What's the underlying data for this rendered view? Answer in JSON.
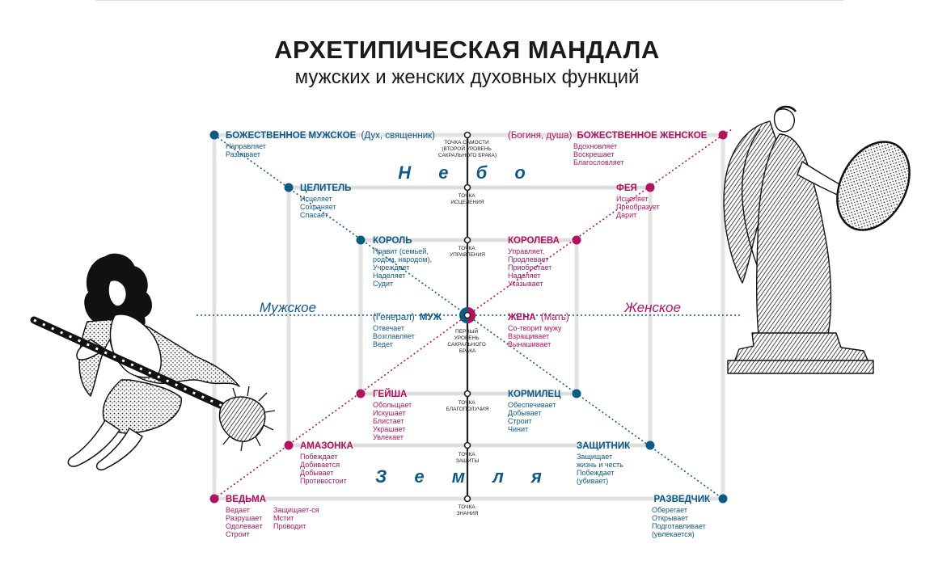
{
  "title": "АРХЕТИПИЧЕСКАЯ МАНДАЛА",
  "subtitle": "мужских и женских духовных функций",
  "colors": {
    "male": "#0e5a87",
    "female": "#b0145f",
    "frame": "#e3e3e3",
    "axis": "#222222"
  },
  "zones": {
    "sky": "Н е б о",
    "earth": "З е м л я",
    "male": "Мужское",
    "female": "Женское"
  },
  "points": {
    "self": [
      "ТОЧКА САМОСТИ",
      "(ВТОРОЙ УРОВЕНЬ",
      "САКРАЛЬНОГО БРАКА)"
    ],
    "healing": [
      "ТОЧКА",
      "ИСЦЕЛЕНИЯ"
    ],
    "control": [
      "ТОЧКА",
      "УПРАВЛЕНИЯ"
    ],
    "center": [
      "ПЕРВЫЙ",
      "УРОВЕНЬ",
      "САКРАЛЬНОГО",
      "БРАКА"
    ],
    "wellbeing": [
      "ТОЧКА",
      "БЛАГОПОЛУЧИЯ"
    ],
    "protection": [
      "ТОЧКА",
      "ЗАЩИТЫ"
    ],
    "knowledge": [
      "ТОЧКА",
      "ЗНАНИЯ"
    ]
  },
  "archetypes": {
    "divine_male": {
      "title": "БОЖЕСТВЕННОЕ МУЖСКОЕ",
      "note": "(Дух, священник)",
      "lines": [
        "Направляет",
        "Развивает"
      ]
    },
    "divine_female": {
      "title": "БОЖЕСТВЕННОЕ ЖЕНСКОЕ",
      "note": "(Богиня, душа)",
      "lines": [
        "Вдохновляет",
        "Воскрешает",
        "Благословляет"
      ]
    },
    "healer": {
      "title": "ЦЕЛИТЕЛЬ",
      "lines": [
        "Исцеляет",
        "Сохраняет",
        "Спасает"
      ]
    },
    "fairy": {
      "title": "ФЕЯ",
      "lines": [
        "Исцеляет",
        "Преобразует",
        "Дарит"
      ]
    },
    "king": {
      "title": "КОРОЛЬ",
      "lines": [
        "Правит (семьей,",
        "родом, народом),",
        "Учреждает",
        "Наделяет",
        "Судит"
      ]
    },
    "queen": {
      "title": "КОРОЛЕВА",
      "lines": [
        "Управляет,",
        "Продлевает",
        "Приобретает",
        "Наделяет",
        "Указывает"
      ]
    },
    "husband": {
      "title": "МУЖ",
      "note": "(Генерал)",
      "lines": [
        "Отвечает",
        "Возглавляет",
        "Ведет"
      ]
    },
    "wife": {
      "title": "ЖЕНА",
      "note": "(Мать)",
      "lines": [
        "Со-творит мужу",
        "Взращивает",
        "Вынашивает"
      ]
    },
    "geisha": {
      "title": "ГЕЙША",
      "lines": [
        "Обольщает",
        "Искушает",
        "Блистает",
        "Украшает",
        "Увлекает"
      ]
    },
    "provider": {
      "title": "КОРМИЛЕЦ",
      "lines": [
        "Обеспечивает",
        "Добывает",
        "Строит",
        "Чинит"
      ]
    },
    "amazon": {
      "title": "АМАЗОНКА",
      "lines": [
        "Побеждает",
        "Добивается",
        "Добывает",
        "Противостоит"
      ]
    },
    "defender": {
      "title": "ЗАЩИТНИК",
      "lines": [
        "Защищает",
        "жизнь и честь",
        "Побеждает",
        "(убивает)"
      ]
    },
    "witch": {
      "title": "ВЕДЬМА",
      "lines": [
        "Ведает",
        "Разрушает",
        "Одолевает",
        "Строит"
      ],
      "lines2": [
        "Защищает-ся",
        "Мстит",
        "Проводит"
      ]
    },
    "scout": {
      "title": "РАЗВЕДЧИК",
      "lines": [
        "Оберегает",
        "Открывает",
        "Подготавливает",
        "(увлекается)"
      ]
    }
  },
  "illustrations": {
    "left": "witch-on-broom",
    "right": "winged-angel-statue"
  }
}
